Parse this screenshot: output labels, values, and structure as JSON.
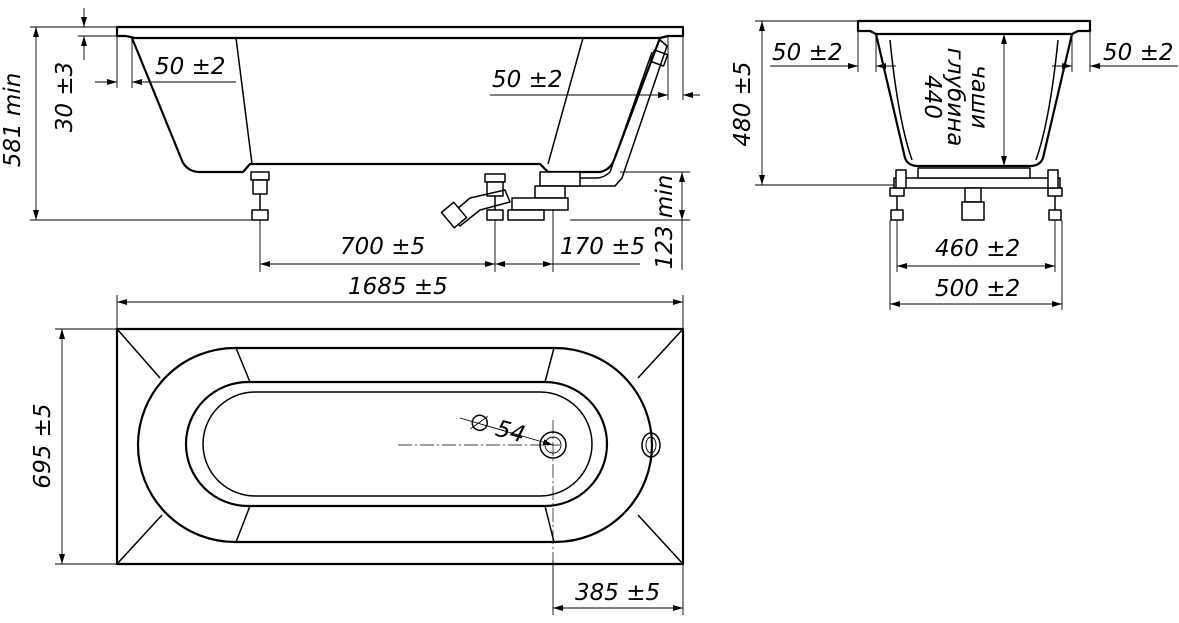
{
  "side_view": {
    "height_total": "581 min",
    "rim_thickness": "30 ±3",
    "wall_left": "50 ±2",
    "wall_right": "50 ±2",
    "leg_spacing": "700 ±5",
    "drain_offset": "170 ±5",
    "leg_height": "123 min"
  },
  "end_view": {
    "height": "480 ±5",
    "wall_left": "50 ±2",
    "wall_right": "50 ±2",
    "depth_value": "440",
    "depth_label_line1": "глубина",
    "depth_label_line2": "чаши",
    "leg_inner": "460 ±2",
    "leg_outer": "500 ±2"
  },
  "top_view": {
    "length": "1685 ±5",
    "width": "695 ±5",
    "drain_diameter": "∅ 54",
    "drain_offset": "385 ±5"
  }
}
